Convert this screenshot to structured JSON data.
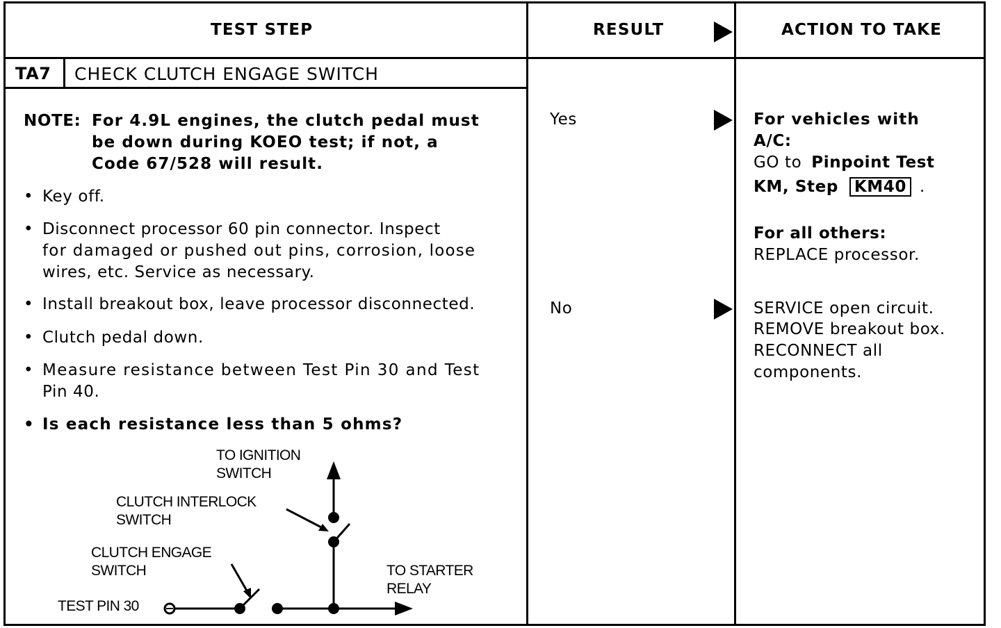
{
  "headers": {
    "test_step": "TEST STEP",
    "result": "RESULT",
    "action": "ACTION TO TAKE"
  },
  "step": {
    "id": "TA7",
    "title": "CHECK CLUTCH ENGAGE SWITCH"
  },
  "note": {
    "label": "NOTE:",
    "line1": "For 4.9L engines, the clutch pedal must",
    "line2": "be down during KOEO test; if not, a",
    "line3": "Code 67/528 will result."
  },
  "bullets": [
    {
      "lines": [
        "Key off."
      ]
    },
    {
      "lines": [
        "Disconnect processor 60 pin connector. Inspect",
        "for damaged or pushed out pins, corrosion, loose",
        "wires, etc. Service as necessary."
      ]
    },
    {
      "lines": [
        "Install breakout box, leave processor disconnected."
      ]
    },
    {
      "lines": [
        "Clutch pedal down."
      ]
    },
    {
      "lines": [
        "Measure resistance between Test Pin 30 and Test",
        "Pin 40."
      ]
    },
    {
      "lines": [
        "Is each resistance less than 5 ohms?"
      ]
    }
  ],
  "bullet_char": "•",
  "diagram": {
    "to_ignition": [
      "TO IGNITION",
      "SWITCH"
    ],
    "clutch_interlock": [
      "CLUTCH INTERLOCK",
      "SWITCH"
    ],
    "clutch_engage": [
      "CLUTCH ENGAGE",
      "SWITCH"
    ],
    "to_starter": [
      "TO STARTER",
      "RELAY"
    ],
    "test_pin": "TEST PIN 30"
  },
  "results": {
    "yes": "Yes",
    "no": "No"
  },
  "actions": {
    "yes_a1": "For vehicles with",
    "yes_a2": "A/C:",
    "yes_go": "GO to",
    "yes_pinpoint": "Pinpoint Test",
    "yes_km": "KM, Step",
    "yes_step": "KM40",
    "yes_period": ".",
    "yes_others": "For all others:",
    "yes_replace": "REPLACE processor.",
    "no_l1": "SERVICE open circuit.",
    "no_l2": "REMOVE breakout box.",
    "no_l3": "RECONNECT all",
    "no_l4": "components."
  }
}
